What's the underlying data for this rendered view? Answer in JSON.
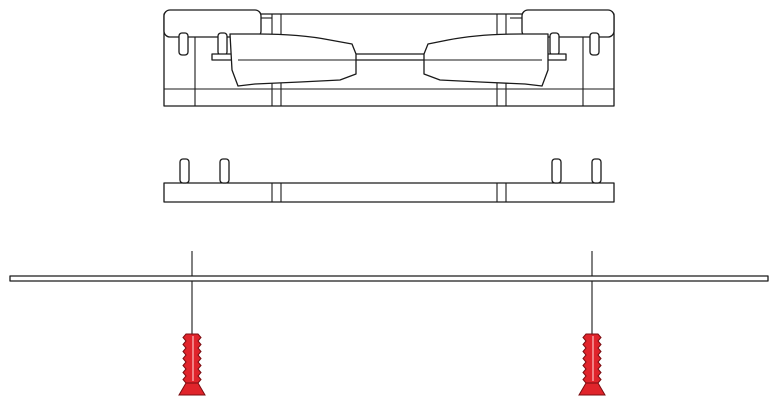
{
  "diagram": {
    "description_free": true,
    "colors": {
      "stroke": "#1a1a1a",
      "background": "#ffffff",
      "screw_fill": "#e0242b",
      "screw_stroke": "#7a0c10"
    },
    "parts": [
      {
        "name": "clip-assembly",
        "role": "top part, exploded view"
      },
      {
        "name": "base-bracket",
        "role": "middle part"
      },
      {
        "name": "mounting-plate",
        "role": "board"
      },
      {
        "name": "screw",
        "count": 2
      }
    ]
  }
}
